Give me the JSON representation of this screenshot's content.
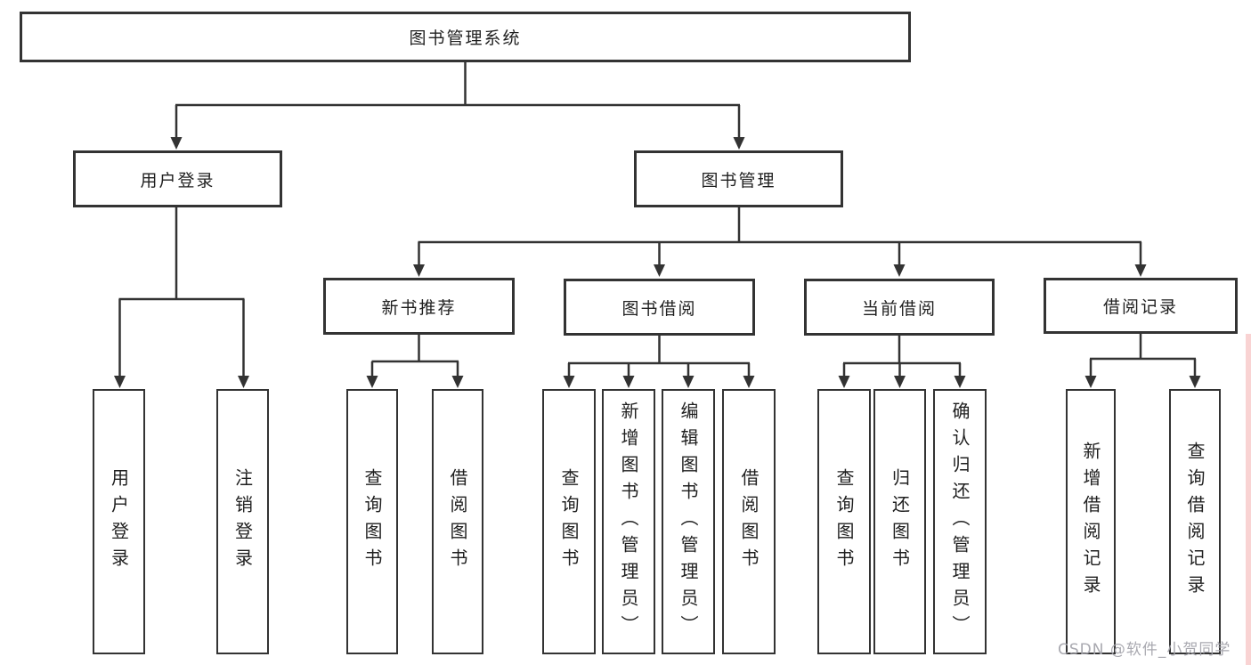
{
  "diagram": {
    "root": {
      "label": "图书管理系统"
    },
    "branches": [
      {
        "label": "用户登录",
        "children": [
          {
            "label": "用户登录"
          },
          {
            "label": "注销登录"
          }
        ]
      },
      {
        "label": "图书管理",
        "children": [
          {
            "label": "新书推荐",
            "children": [
              {
                "label": "查询图书"
              },
              {
                "label": "借阅图书"
              }
            ]
          },
          {
            "label": "图书借阅",
            "children": [
              {
                "label": "查询图书"
              },
              {
                "label": "新增图书（管理员）"
              },
              {
                "label": "编辑图书（管理员）"
              },
              {
                "label": "借阅图书"
              }
            ]
          },
          {
            "label": "当前借阅",
            "children": [
              {
                "label": "查询图书"
              },
              {
                "label": "归还图书"
              },
              {
                "label": "确认归还（管理员）"
              }
            ]
          },
          {
            "label": "借阅记录",
            "children": [
              {
                "label": "新增借阅记录"
              },
              {
                "label": "查询借阅记录"
              }
            ]
          }
        ]
      }
    ]
  },
  "watermark": {
    "text": "CSDN @软件_小贺同学"
  },
  "colors": {
    "line": "#333333",
    "box_border": "#333333",
    "text": "#1f1f1f",
    "background": "#ffffff",
    "watermark": "#a4a4ac",
    "right_edge_tint": "#f3a8a8"
  }
}
